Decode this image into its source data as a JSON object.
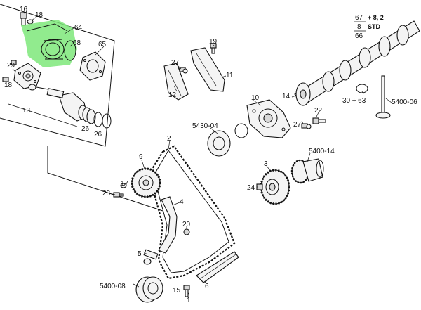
{
  "callouts": {
    "c16": "16",
    "c18a": "18",
    "c64": "64",
    "c68": "68",
    "c65": "65",
    "c29": "29",
    "c18b": "18",
    "c13": "13",
    "c26a": "26",
    "c26b": "26",
    "c19": "19",
    "c27a": "27",
    "c11": "11",
    "c12": "12",
    "c10": "10",
    "c14": "14",
    "c27b": "27",
    "c22": "22",
    "c5430_04": "5430-04",
    "c2": "2",
    "c9": "9",
    "c17": "17",
    "c28": "28",
    "c4": "4",
    "c20": "20",
    "c5": "5",
    "c3": "3",
    "c24": "24",
    "c5400_14": "5400-14",
    "c30_63": "30 ÷ 63",
    "c5400_06": "5400-06",
    "c5400_08": "5400-08",
    "c15": "15",
    "c1": "1",
    "c6": "6"
  },
  "camshaft_note": {
    "line1_num": "67",
    "line1_suffix": "+ 8, 2",
    "line2": "8",
    "line2_suffix": "STD",
    "line3": "66"
  },
  "highlight_color": "#7ee87a"
}
